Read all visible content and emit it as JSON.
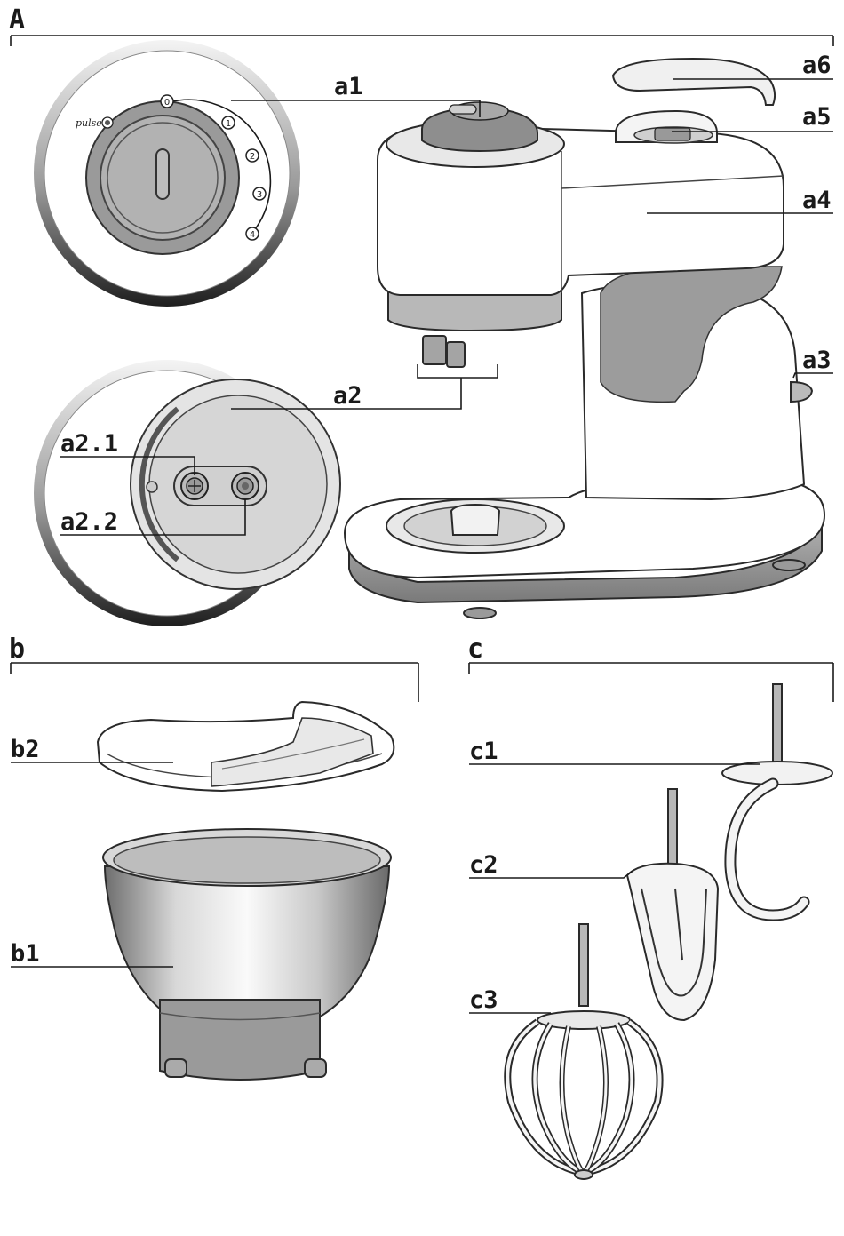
{
  "sections": {
    "A": "A",
    "b": "b",
    "c": "c"
  },
  "labels": {
    "a1": "a1",
    "a2": "a2",
    "a2_1": "a2.1",
    "a2_2": "a2.2",
    "a3": "a3",
    "a4": "a4",
    "a5": "a5",
    "a6": "a6",
    "b1": "b1",
    "b2": "b2",
    "c1": "c1",
    "c2": "c2",
    "c3": "c3"
  },
  "dial": {
    "pulse": "pulse",
    "positions": [
      "0",
      "1",
      "2",
      "3",
      "4"
    ]
  }
}
